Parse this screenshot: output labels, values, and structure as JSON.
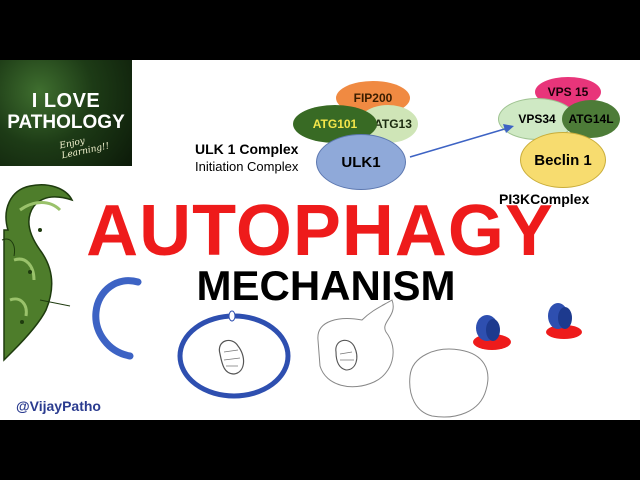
{
  "logo": {
    "line1": "I LOVE",
    "line2": "PATHOLOGY",
    "tagline": "Enjoy Learning!!"
  },
  "title": "AUTOPHAGY",
  "subtitle": "MECHANISM",
  "ulk": {
    "heading": "ULK 1 Complex",
    "subheading": "Initiation Complex",
    "proteins": {
      "fip200": "FIP200",
      "atg101": "ATG101",
      "atg13": "ATG13",
      "ulk1": "ULK1"
    }
  },
  "pi3k": {
    "label": "PI3KComplex",
    "proteins": {
      "vps15": "VPS 15",
      "vps34": "VPS34",
      "atg14l": "ATG14L",
      "beclin1": "Beclin 1"
    }
  },
  "handle": "@VijayPatho",
  "colors": {
    "title": "#ee1b1b",
    "fip200": "#f08a42",
    "atg101": "#386a24",
    "atg13": "#cfe5b7",
    "ulk1": "#8fa9d9",
    "vps15": "#e8357a",
    "vps34": "#cfe9c4",
    "atg14l": "#4d7c38",
    "beclin1": "#f7dc6f",
    "membrane_blue": "#3d63c4",
    "red_disc": "#ee1b1b"
  }
}
